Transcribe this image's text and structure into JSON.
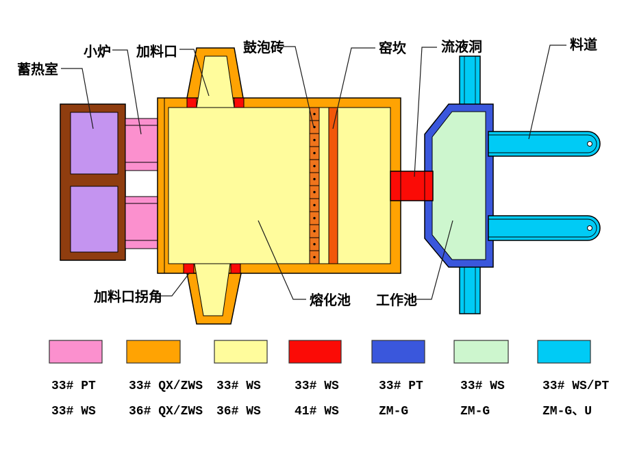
{
  "labels": {
    "regenerator": "蓄热室",
    "small_furnace": "小炉",
    "charging_port": "加料口",
    "bubbler_brick": "鼓泡砖",
    "kiln_sill": "窑坎",
    "throat": "流液洞",
    "feeder_channel": "料道",
    "charging_port_corner": "加料口拐角",
    "melting_tank": "熔化池",
    "working_tank": "工作池"
  },
  "colors": {
    "pink": "#FB90CE",
    "orange": "#FFA303",
    "yellow": "#FFFC9C",
    "red": "#FB0B06",
    "blue": "#3A57DC",
    "green": "#CDF6CE",
    "cyan": "#00CBF5",
    "purple": "#C494F0",
    "brown": "#8F3D0F",
    "brick_orange": "#EF741C",
    "sill_orange": "#F2580A",
    "circle_white": "#FFFFFF"
  },
  "legend": {
    "items": [
      {
        "color": "#FB90CE",
        "line1": "33# PT",
        "line2": "33# WS"
      },
      {
        "color": "#FFA303",
        "line1": "33# QX/ZWS",
        "line2": "36# QX/ZWS"
      },
      {
        "color": "#FFFC9C",
        "line1": "33# WS",
        "line2": "36# WS"
      },
      {
        "color": "#FB0B06",
        "line1": "33# WS",
        "line2": "41# WS"
      },
      {
        "color": "#3A57DC",
        "line1": "33# PT",
        "line2": "ZM-G"
      },
      {
        "color": "#CDF6CE",
        "line1": "33# WS",
        "line2": "ZM-G"
      },
      {
        "color": "#00CBF5",
        "line1": "33# WS/PT",
        "line2": "ZM-G、U"
      }
    ]
  }
}
